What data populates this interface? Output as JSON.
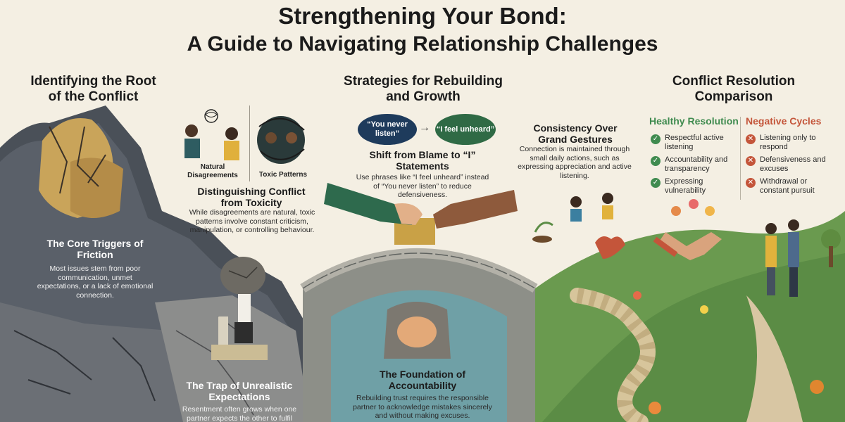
{
  "title": {
    "line1": "Strengthening Your Bond:",
    "line2": "A Guide to Navigating Relationship Challenges"
  },
  "left": {
    "heading": "Identifying the Root of the Conflict",
    "illus_caption_1": "Natural Disagreements",
    "illus_caption_2": "Toxic Patterns",
    "distinguish_title": "Distinguishing Conflict from Toxicity",
    "distinguish_body": "While disagreements are natural, toxic patterns involve constant criticism, manipulation, or controlling behaviour.",
    "triggers_title": "The Core Triggers of Friction",
    "triggers_body": "Most issues stem from poor communication, unmet expectations, or a lack of emotional connection.",
    "trap_title": "The Trap of Unrealistic Expectations",
    "trap_body": "Resentment often grows when one partner expects the other to fulfil"
  },
  "middle": {
    "heading": "Strategies for Rebuilding and Growth",
    "bubble_before": "“You never listen”",
    "bubble_after": "“I feel unheard”",
    "arrow": "→",
    "shift_title": "Shift from Blame to “I” Statements",
    "shift_body": "Use phrases like “I feel unheard” instead of “You never listen” to reduce defensiveness.",
    "consistency_title": "Consistency Over Grand Gestures",
    "consistency_body": "Connection is maintained through small daily actions, such as expressing appreciation and active listening.",
    "foundation_title": "The Foundation of Accountability",
    "foundation_body": "Rebuilding trust requires the responsible partner to acknowledge mistakes sincerely and without making excuses."
  },
  "right": {
    "heading": "Conflict Resolution Comparison",
    "healthy_label": "Healthy Resolution",
    "negative_label": "Negative Cycles",
    "healthy_items": [
      "Respectful active listening",
      "Accountability and transparency",
      "Expressing vulnerability"
    ],
    "negative_items": [
      "Listening only to respond",
      "Defensiveness and excuses",
      "Withdrawal or constant pursuit"
    ],
    "ok_mark": "✓",
    "bad_mark": "✕"
  },
  "colors": {
    "background": "#f4efe3",
    "healthy": "#3f8b4f",
    "negative": "#c4553a",
    "bubble_green": "#2f6a45",
    "bubble_navy": "#1e3b5c"
  }
}
